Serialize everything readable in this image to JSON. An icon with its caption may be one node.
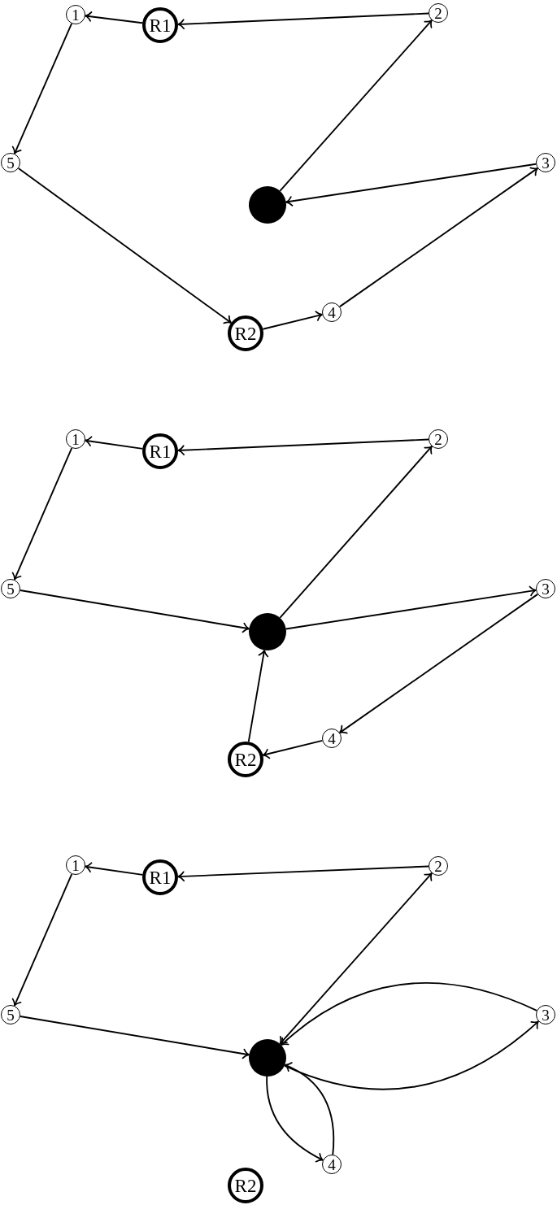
{
  "diagram": {
    "nodes": [
      {
        "text": [
          "1"
        ]
      },
      {
        "text": [
          "R1"
        ]
      },
      {
        "text": [
          "2"
        ]
      },
      {
        "text": [
          "5"
        ]
      },
      {
        "text": [
          "3"
        ]
      },
      {
        "text": [],
        "shape": "circle"
      },
      {
        "text": [
          "4"
        ]
      },
      {
        "text": [
          "R2"
        ]
      },
      {
        "text": [
          "1"
        ]
      },
      {
        "text": [
          "R1"
        ]
      },
      {
        "text": [
          "2"
        ]
      },
      {
        "text": [
          "5"
        ]
      },
      {
        "text": [
          "3"
        ]
      },
      {
        "text": [],
        "shape": "circle"
      },
      {
        "text": [
          "4"
        ]
      },
      {
        "text": [
          "R2"
        ]
      },
      {
        "text": [
          "1"
        ]
      },
      {
        "text": [
          "R1"
        ]
      },
      {
        "text": [
          "2"
        ]
      },
      {
        "text": [
          "5"
        ]
      },
      {
        "text": [
          "3"
        ]
      },
      {
        "text": [],
        "shape": "circle"
      },
      {
        "text": [
          "4"
        ]
      },
      {
        "text": [
          "R2"
        ]
      }
    ],
    "edges": [
      {
        "from": 1,
        "to": 0,
        "arrow": "to"
      },
      {
        "from": 2,
        "to": 1,
        "arrow": "to"
      },
      {
        "from": 0,
        "to": 3,
        "arrow": "to"
      },
      {
        "from": 3,
        "to": 7,
        "arrow": "to"
      },
      {
        "from": 7,
        "to": 6,
        "arrow": "to"
      },
      {
        "from": 6,
        "to": 4,
        "arrow": "to"
      },
      {
        "from": 4,
        "to": 5,
        "arrow": "to"
      },
      {
        "from": 5,
        "to": 2,
        "arrow": "to"
      },
      {
        "from": 9,
        "to": 8,
        "arrow": "to"
      },
      {
        "from": 10,
        "to": 9,
        "arrow": "to"
      },
      {
        "from": 8,
        "to": 11,
        "arrow": "to"
      },
      {
        "from": 11,
        "to": 13,
        "arrow": "to"
      },
      {
        "from": 13,
        "to": 10,
        "arrow": "to"
      },
      {
        "from": 13,
        "to": 12,
        "arrow": "to"
      },
      {
        "from": 12,
        "to": 14,
        "arrow": "to"
      },
      {
        "from": 14,
        "to": 15,
        "arrow": "to"
      },
      {
        "from": 15,
        "to": 13,
        "arrow": "to"
      },
      {
        "from": 17,
        "to": 16,
        "arrow": "to"
      },
      {
        "from": 18,
        "to": 17,
        "arrow": "to"
      },
      {
        "from": 16,
        "to": 19,
        "arrow": "to"
      },
      {
        "from": 19,
        "to": 21,
        "arrow": "to"
      },
      {
        "from": 21,
        "to": 18,
        "arrow": "both"
      },
      {
        "from": 20,
        "to": 21,
        "arrow": "to"
      },
      {
        "from": 21,
        "to": 20,
        "arrow": "to"
      },
      {
        "from": 21,
        "to": 22,
        "arrow": "to"
      },
      {
        "from": 22,
        "to": 21,
        "arrow": "to"
      }
    ]
  }
}
